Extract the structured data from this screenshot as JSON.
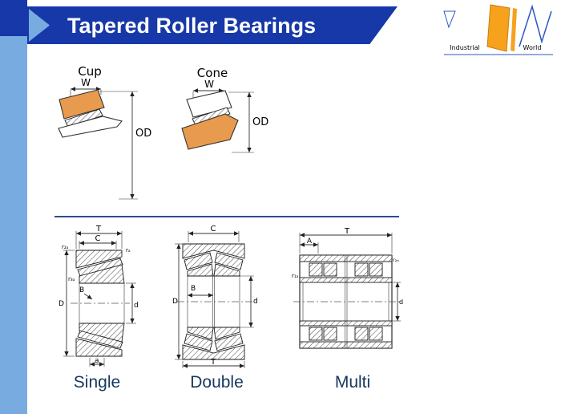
{
  "header": {
    "title": "Tapered Roller Bearings",
    "logo": {
      "left": "Industrial",
      "right": "World"
    }
  },
  "figures": {
    "cup": {
      "label": "Cup",
      "dim_w": "W",
      "dim_od": "OD"
    },
    "cone": {
      "label": "Cone",
      "dim_w": "W",
      "dim_od": "OD"
    },
    "single": {
      "caption": "Single",
      "dim_t": "T",
      "dim_c": "C",
      "dim_b": "B",
      "dim_D": "D",
      "dim_d": "d",
      "dim_a": "a",
      "r_top_left": "r₂ₐ",
      "r_top_right": "rₐ",
      "r_mid_left": "r₃ₐ"
    },
    "double": {
      "caption": "Double",
      "dim_c": "C",
      "dim_b": "B",
      "dim_D": "D",
      "dim_d": "d",
      "dim_t": "T"
    },
    "multi": {
      "caption": "Multi",
      "dim_t": "T",
      "dim_a": "A",
      "dim_d": "d",
      "r_right": "r₂ₐ",
      "r_left": "r₁ₐ"
    }
  },
  "colors": {
    "accent_blue": "#1638A8",
    "light_blue": "#78ABDF",
    "bearing_orange": "#E89A4F",
    "logo_orange": "#F6A21C",
    "navy_text": "#17375D"
  }
}
